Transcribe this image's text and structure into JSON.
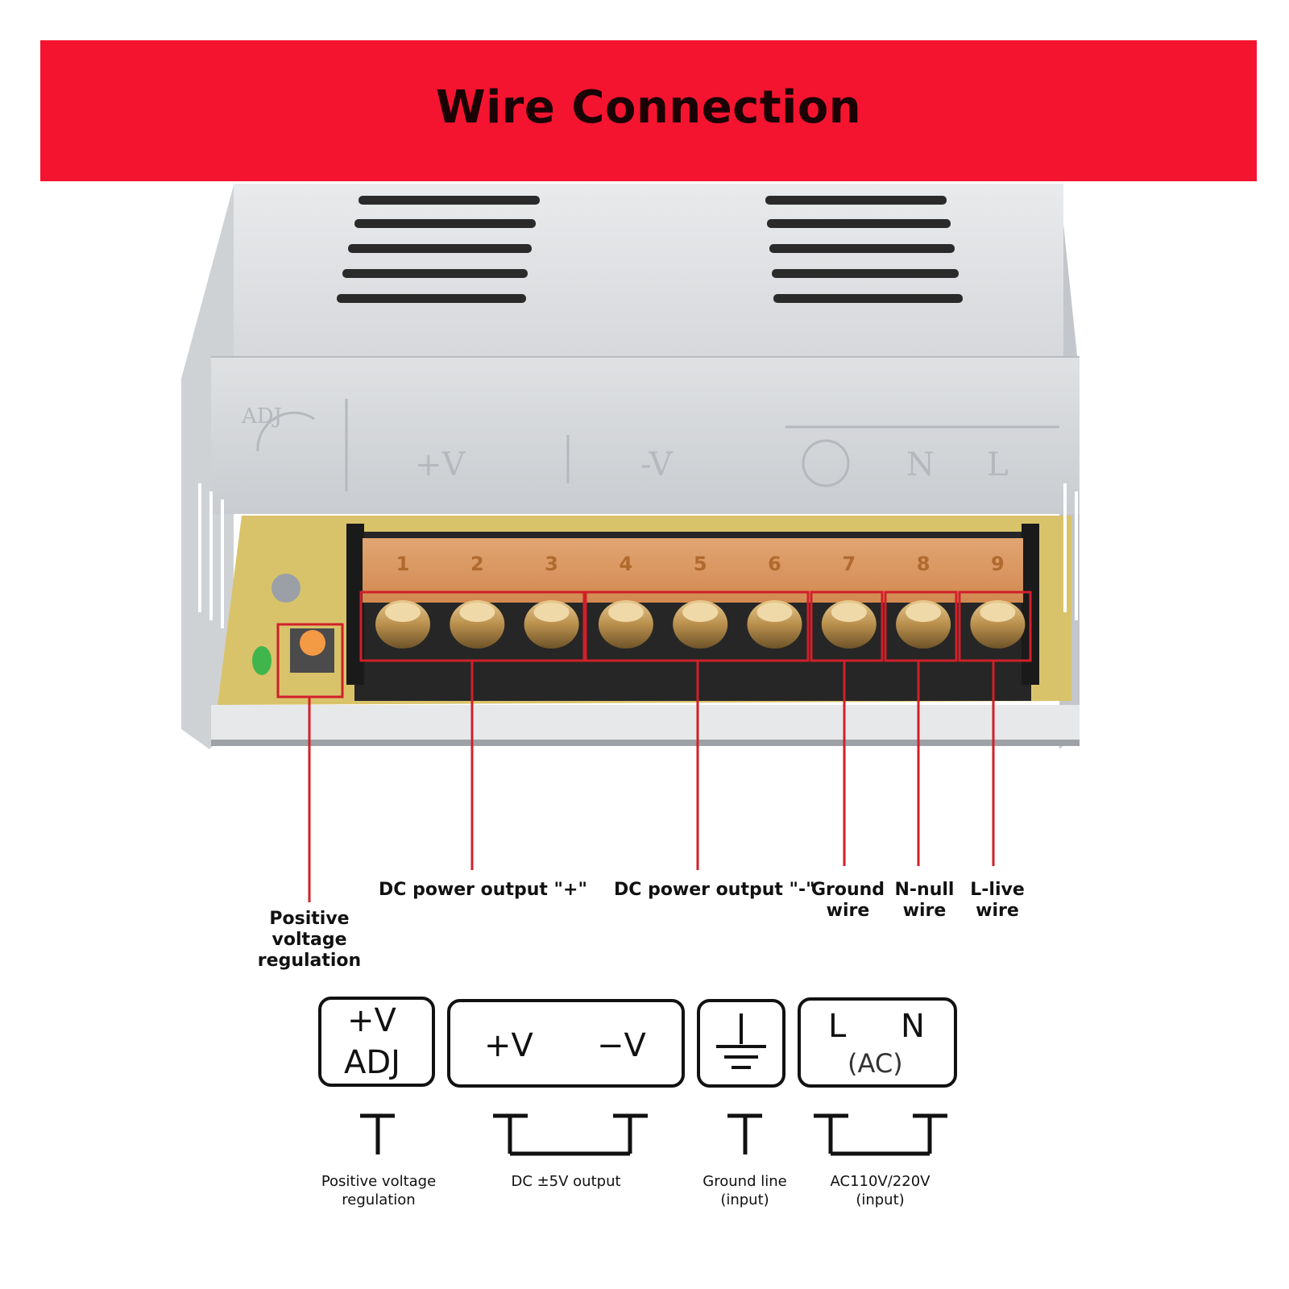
{
  "banner": {
    "title": "Wire Connection",
    "color": "#f5142f"
  },
  "photo": {
    "panel_labels": {
      "adj": "ADJ",
      "v_plus": "+V",
      "v_minus": "-V",
      "n": "N",
      "l": "L"
    },
    "terminal_numbers": [
      "1",
      "2",
      "3",
      "4",
      "5",
      "6",
      "7",
      "8",
      "9"
    ],
    "highlight_color": "#d0202a"
  },
  "callouts": {
    "voltage_regulation": "Positive voltage\nregulation",
    "dc_plus": "DC power output \"+\"",
    "dc_minus": "DC power output \"-\"",
    "ground": "Ground\nwire",
    "n_null": "N-null\nwire",
    "l_live": "L-live\nwire"
  },
  "terminal_boxes": {
    "adj": {
      "line1": "+V",
      "line2": "ADJ"
    },
    "dc": {
      "plus": "+V",
      "minus": "−V"
    },
    "ground": {
      "icon": "ground-symbol-icon"
    },
    "ac": {
      "l": "L",
      "n": "N",
      "sub": "(AC)"
    }
  },
  "bottom_labels": {
    "adj": "Positive voltage\nregulation",
    "dc": "DC ±5V output",
    "ground": "Ground line\n(input)",
    "ac": "AC110V/220V\n(input)"
  }
}
